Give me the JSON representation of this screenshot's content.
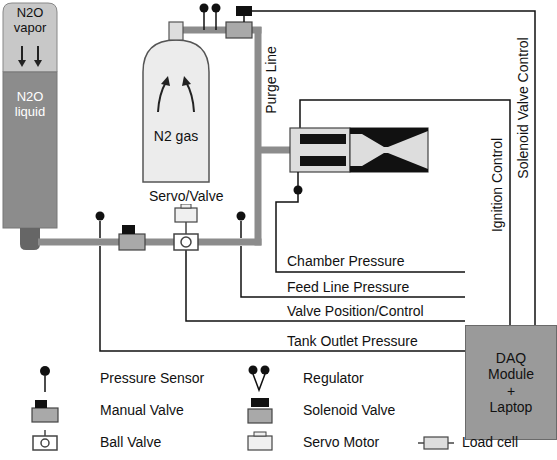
{
  "diagram": {
    "nodes": [
      {
        "text": [
          "N2O vapor"
        ]
      },
      {
        "text": [
          "N2O liquid"
        ]
      },
      {
        "text": [
          "N2 gas"
        ]
      },
      {
        "text": [
          "DAQ Module + Laptop"
        ]
      }
    ],
    "labels": [
      "Purge Line",
      "Servo/Valve",
      "Solenoid Valve Control",
      "Ignition Control",
      "Chamber Pressure",
      "Feed Line Pressure",
      "Valve Position/Control",
      "Tank Outlet Pressure"
    ],
    "legend": [
      {
        "text": "Pressure Sensor"
      },
      {
        "text": "Regulator"
      },
      {
        "text": "Manual Valve"
      },
      {
        "text": "Solenoid Valve"
      },
      {
        "text": "Ball Valve"
      },
      {
        "text": "Servo Motor"
      },
      {
        "text": "Load cell"
      }
    ]
  }
}
